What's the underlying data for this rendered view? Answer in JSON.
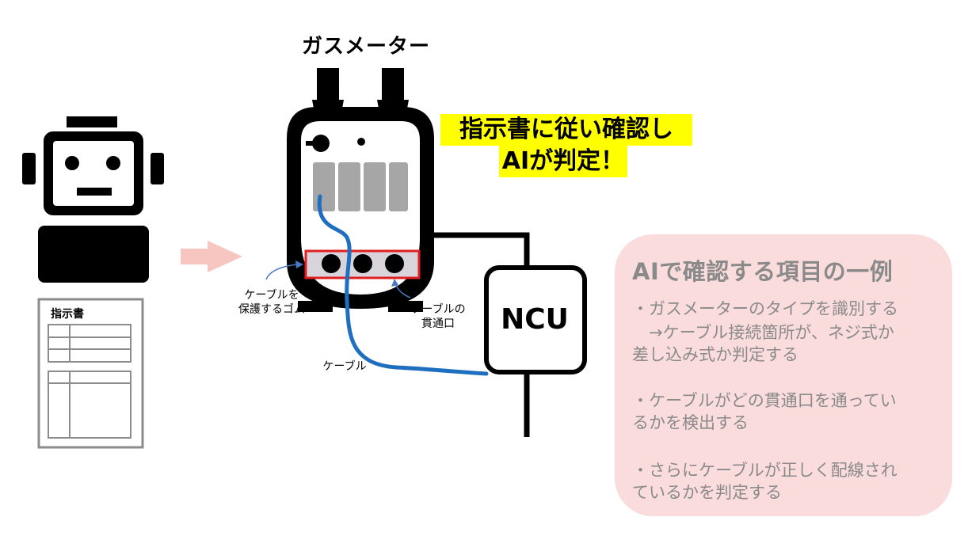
{
  "title": "ガスメーター",
  "callout": {
    "line1": "指示書に従い確認し",
    "line2": "AIが判定！"
  },
  "labels": {
    "rubber": [
      "ケーブルを",
      "保護するゴム"
    ],
    "port": [
      "ケーブルの",
      "貫通口"
    ],
    "cable": "ケーブル",
    "ncu": "NCU",
    "instruction": "指示書"
  },
  "panel": {
    "title": "AIで確認する項目の一例",
    "lines": [
      "・ガスメーターのタイプを識別する",
      "　→ケーブル接続箇所が、ネジ式か",
      "差し込み式か判定する",
      "・ケーブルがどの貫通口を通ってい",
      "るかを検出する",
      "・さらにケーブルが正しく配線され",
      "ているかを判定する"
    ]
  },
  "colors": {
    "highlight": "#ffff00",
    "panel_bg": "#f9dcdb",
    "panel_text": "#8a8a8a",
    "cable": "#1f6fc0",
    "port_frame": "#e02020",
    "arrow": "#f7c6c0",
    "display": "#a6a6a6"
  },
  "icons": [
    "robot-icon",
    "document-icon",
    "gas-meter-icon",
    "ncu-box-icon",
    "arrow-right-icon"
  ]
}
